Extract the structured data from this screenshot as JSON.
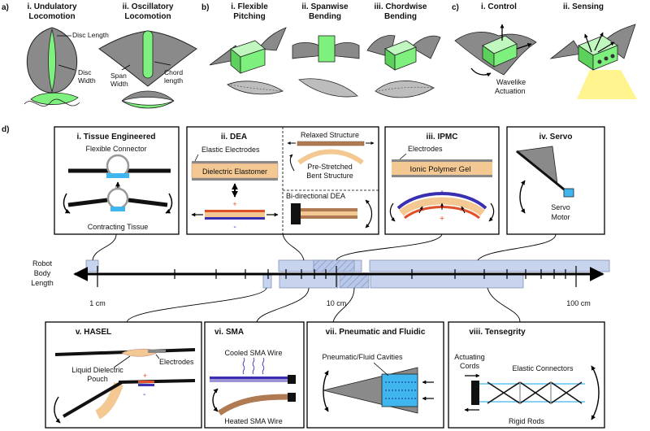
{
  "panel_a": {
    "letter": "a)",
    "col1_title": [
      "i. Undulatory",
      "Locomotion"
    ],
    "col2_title": [
      "ii. Oscillatory",
      "Locomotion"
    ],
    "disc_length": "Disc Length",
    "disc_width": [
      "Disc",
      "Width"
    ],
    "span_width": [
      "Span",
      "Width"
    ],
    "chord_length": [
      "Chord",
      "length"
    ]
  },
  "panel_b": {
    "letter": "b)",
    "col1_title": [
      "i. Flexible",
      "Pitching"
    ],
    "col2_title": [
      "ii. Spanwise",
      "Bending"
    ],
    "col3_title": [
      "iii. Chordwise",
      "Bending"
    ]
  },
  "panel_c": {
    "letter": "c)",
    "col1_title": "i. Control",
    "col2_title": "ii. Sensing",
    "wavelike": [
      "Wavelike",
      "Actuation"
    ]
  },
  "panel_d": {
    "letter": "d)",
    "tissue": {
      "title": "i. Tissue Engineered",
      "top": "Flexible Connector",
      "bottom": "Contracting Tissue"
    },
    "dea": {
      "title": "ii. DEA",
      "electrodes": "Elastic Electrodes",
      "elastomer": "Dielectric Elastomer",
      "relaxed": "Relaxed Structure",
      "prestretched": [
        "Pre-Stretched",
        "Bent Structure"
      ],
      "bidirectional": "Bi-directional DEA",
      "plus": "+",
      "minus": "-"
    },
    "ipmc": {
      "title": "iii. IPMC",
      "electrodes": "Electrodes",
      "gel": "Ionic Polymer Gel",
      "plus": "+",
      "minus": "-"
    },
    "servo": {
      "title": "iv. Servo",
      "motor": [
        "Servo",
        "Motor"
      ]
    },
    "hasel": {
      "title": "v. HASEL",
      "electrodes": "Electrodes",
      "pouch": [
        "Liquid Dielectric",
        "Pouch"
      ],
      "plus": "+",
      "minus": "-"
    },
    "sma": {
      "title": "vi. SMA",
      "cooled": "Cooled SMA Wire",
      "heated": "Heated SMA Wire"
    },
    "pneumatic": {
      "title": "vii. Pneumatic and Fluidic",
      "cavities": "Pneumatic/Fluid Cavities"
    },
    "tensegrity": {
      "title": "viii. Tensegrity",
      "cords": [
        "Actuating",
        "Cords"
      ],
      "connectors": "Elastic Connectors",
      "rods": "Rigid Rods"
    },
    "axis": {
      "label": [
        "Robot",
        "Body",
        "Length"
      ],
      "ticks": [
        "1 cm",
        "10 cm",
        "100 cm"
      ]
    }
  },
  "colors": {
    "green": "#7df07d",
    "blue": "#3fb6ee",
    "grey": "#8a8a8a",
    "band": "#c8d4ee",
    "band_edge": "#7f90b8",
    "orange": "#f3c892",
    "brown": "#b07a52",
    "purple": "#3a2fb0",
    "red": "#e0502a",
    "yellow": "#fff27a"
  }
}
